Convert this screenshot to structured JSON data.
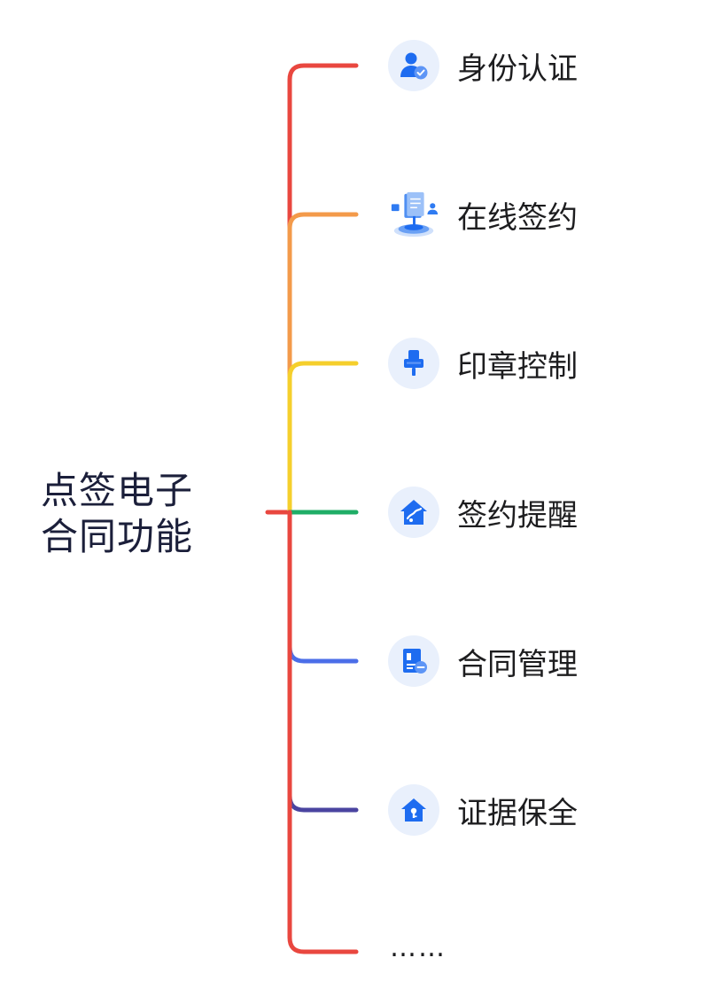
{
  "root": {
    "lines": [
      "点签电子",
      "合同功能"
    ]
  },
  "items": [
    {
      "label": "身份认证",
      "icon": "user-verified-icon",
      "color": "#e9473f"
    },
    {
      "label": "在线签约",
      "icon": "online-sign-icon",
      "color": "#f39a4a"
    },
    {
      "label": "印章控制",
      "icon": "seal-stamp-icon",
      "color": "#f5cf2c"
    },
    {
      "label": "签约提醒",
      "icon": "house-reminder-icon",
      "color": "#1fad66"
    },
    {
      "label": "合同管理",
      "icon": "document-manage-icon",
      "color": "#4b6ee8"
    },
    {
      "label": "证据保全",
      "icon": "house-key-icon",
      "color": "#4a44a0"
    }
  ],
  "more": {
    "label": "……",
    "color": "#e9473f"
  },
  "colors": {
    "icon_primary": "#1e6cf0",
    "icon_bg": "#e9f0fc",
    "root_tick": "#e9473f"
  }
}
